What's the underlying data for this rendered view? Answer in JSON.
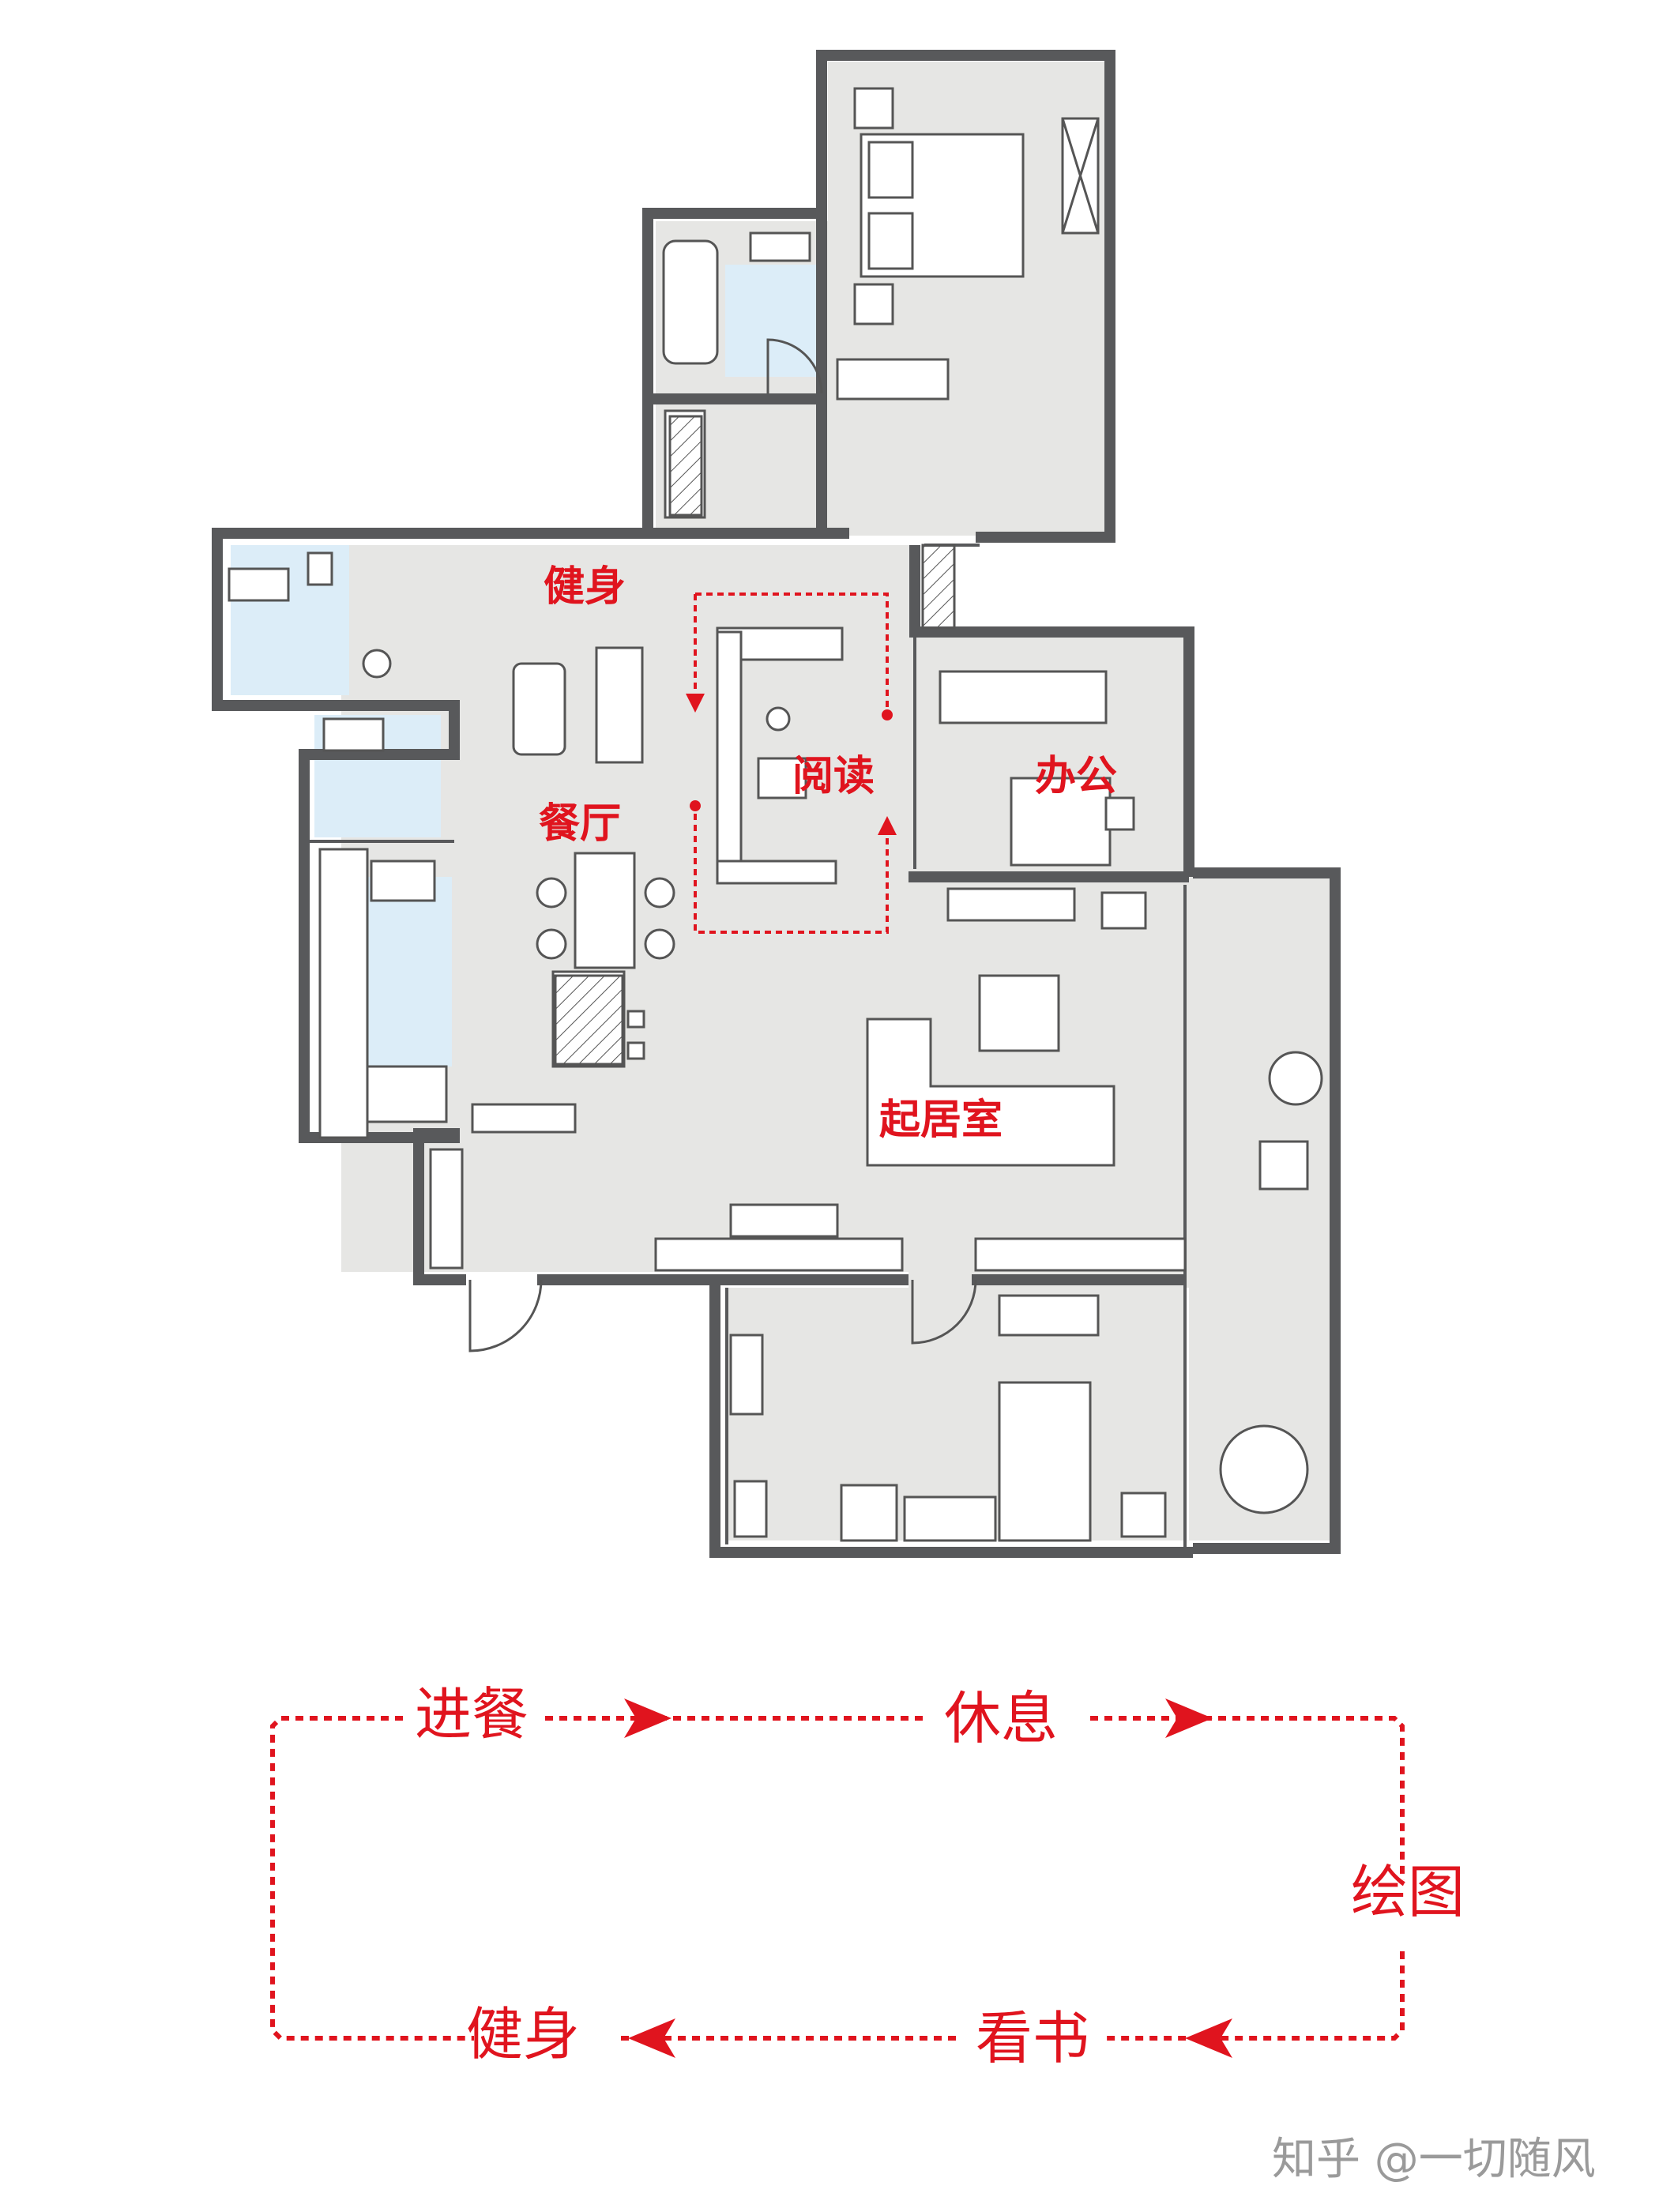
{
  "floorplan": {
    "room_labels": {
      "fitness": "健身",
      "dining": "餐厅",
      "reading": "阅读",
      "office": "办公",
      "living": "起居室"
    }
  },
  "flow": {
    "steps": {
      "eat": "进餐",
      "rest": "休息",
      "draw": "绘图",
      "read": "看书",
      "fitness": "健身"
    }
  },
  "watermark": {
    "text": "知乎 @一切随风"
  },
  "colors": {
    "accent": "#e0141e",
    "wall": "#58595b",
    "floor": "#e6e6e4",
    "wet_area": "#dcedf8",
    "watermark": "#9a9a9a"
  }
}
